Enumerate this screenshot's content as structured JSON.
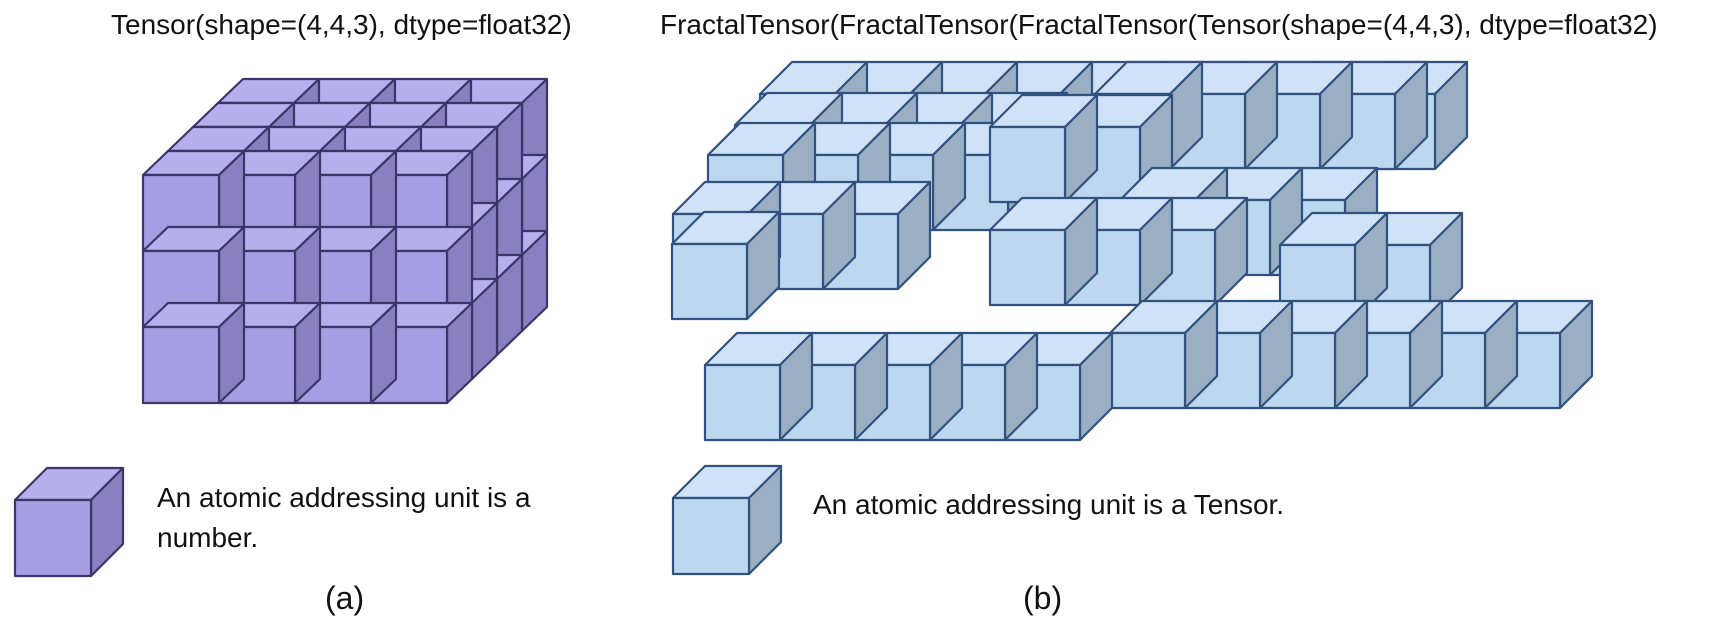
{
  "panel_a": {
    "title": "Tensor(shape=(4,4,3), dtype=float32)",
    "legend_text": "An atomic addressing unit is a number.",
    "legend_line1": "An atomic addressing unit is a",
    "legend_line2": "number.",
    "label": "(a)"
  },
  "panel_b": {
    "title": "FractalTensor(FractalTensor(FractalTensor(Tensor(shape=(4,4,3), dtype=float32)",
    "legend_text": "An atomic addressing unit is a Tensor.",
    "label": "(b)"
  },
  "colors": {
    "purple_front": "#a79de3",
    "purple_top": "#b7aeee",
    "purple_side": "#8a7fc0",
    "purple_stroke": "#3b3569",
    "blue_front": "#bdd7f1",
    "blue_top": "#cfe2f7",
    "blue_side": "#9aaec4",
    "blue_stroke": "#31517f"
  }
}
